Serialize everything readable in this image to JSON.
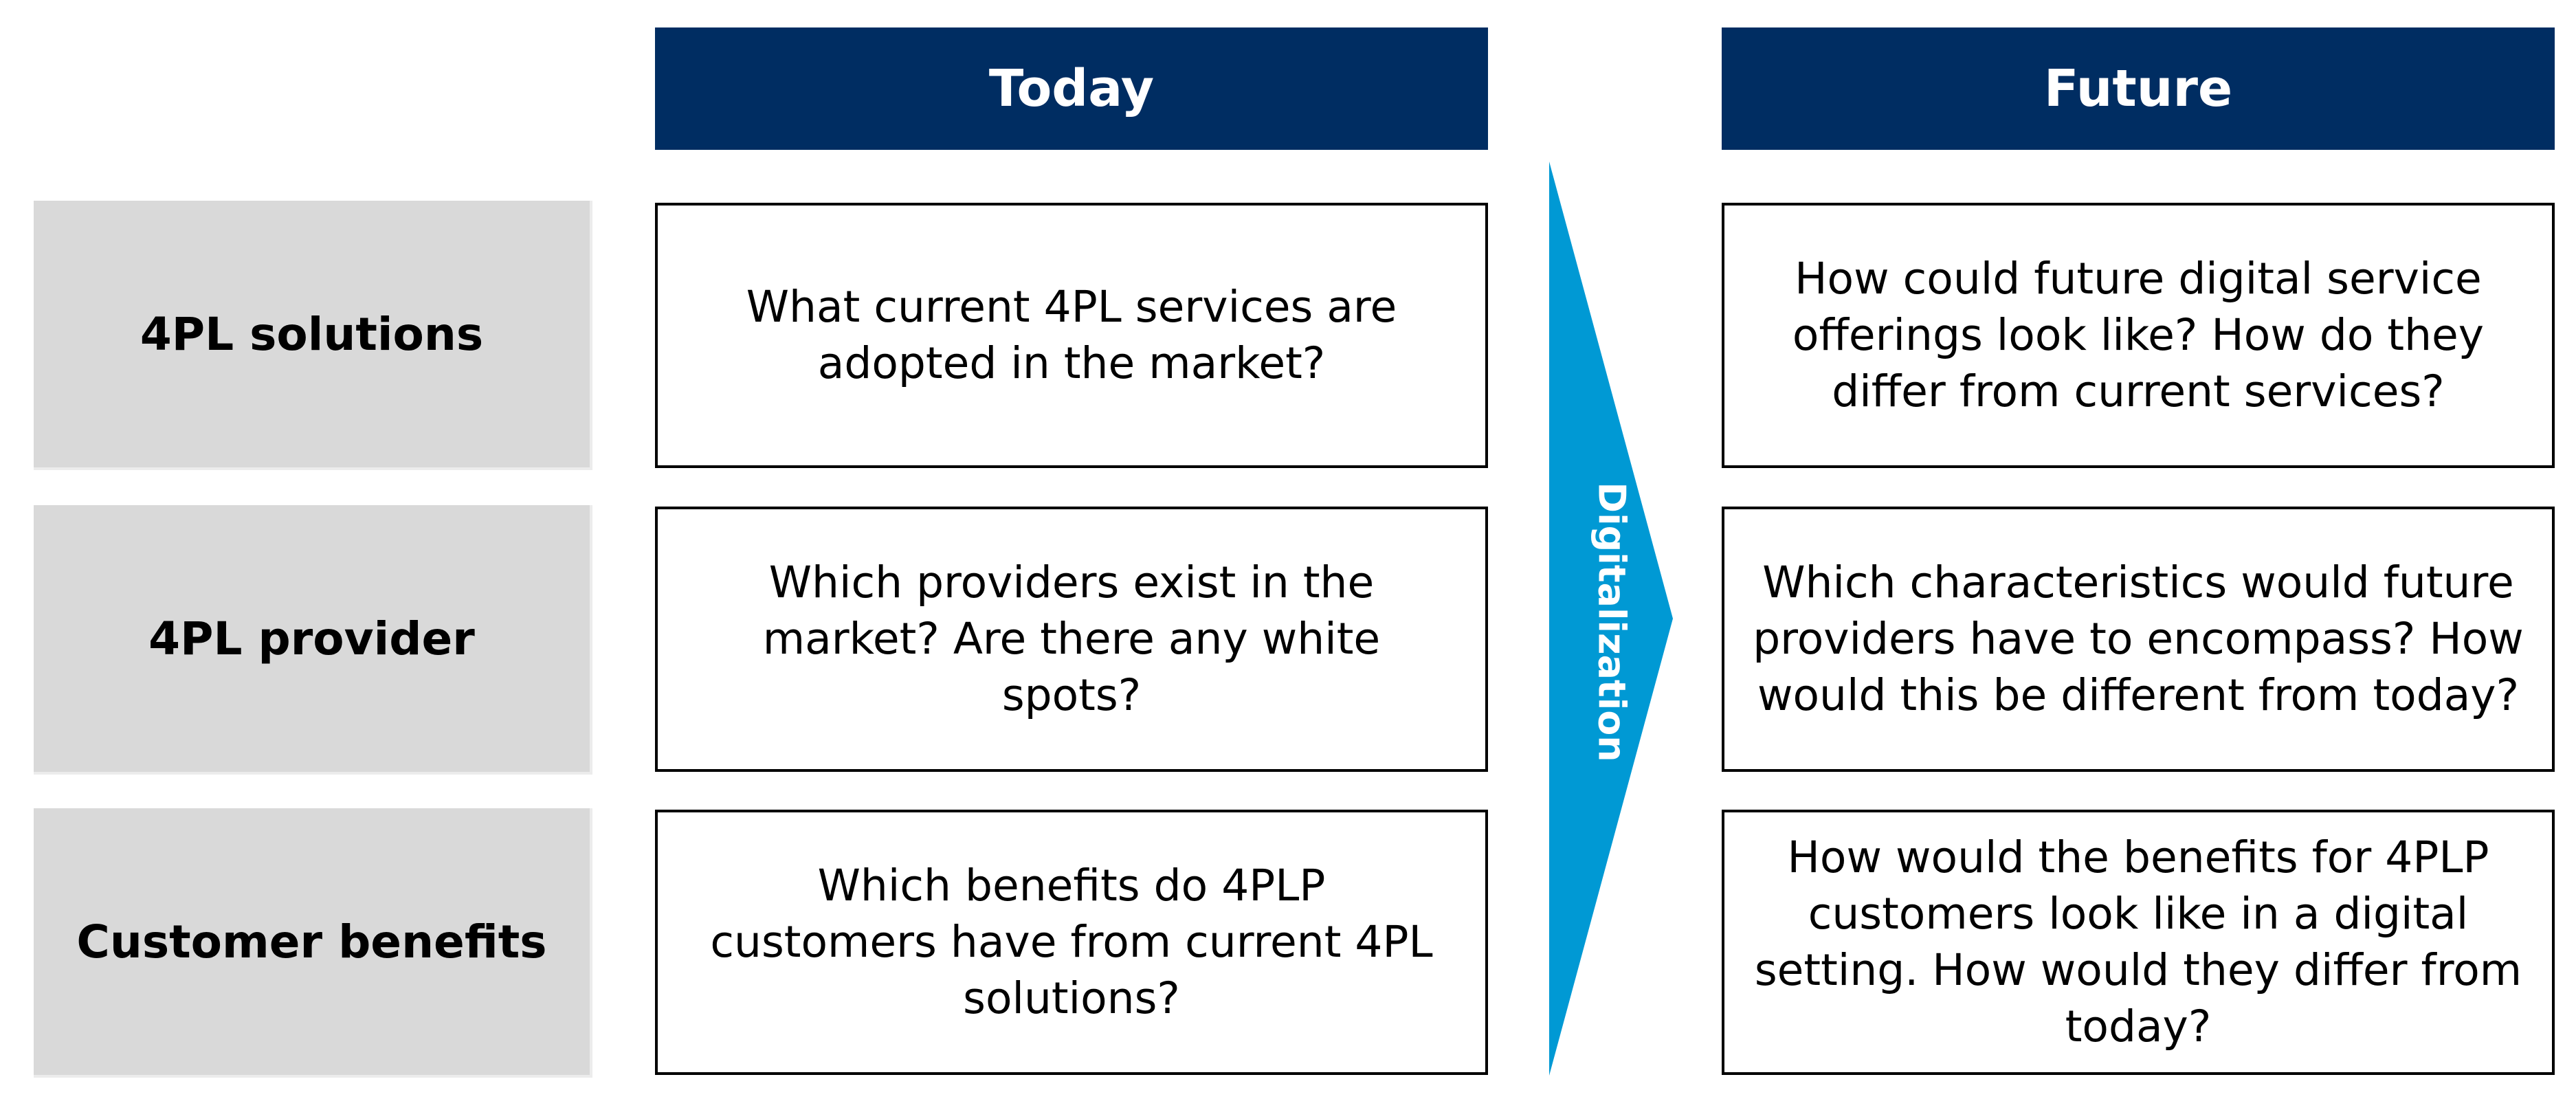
{
  "headers": {
    "today": "Today",
    "future": "Future"
  },
  "rows": [
    {
      "label": "4PL solutions",
      "today": "What current 4PL services are adopted in the market?",
      "future": "How could future digital service offerings look like? How do they differ from current services?"
    },
    {
      "label": "4PL provider",
      "today": "Which providers exist in the market? Are there any white spots?",
      "future": "Which characteristics would future providers have to encompass? How would this be different from today?"
    },
    {
      "label": "Customer benefits",
      "today": "Which benefits do 4PLP customers have from current 4PL solutions?",
      "future": "How would the benefits for 4PLP customers look like in a digital setting. How would they differ from today?"
    }
  ],
  "arrow": {
    "label": "Digitalization"
  },
  "colors": {
    "header_bg": "#002d62",
    "arrow": "#0099d4",
    "label_bg": "#d9d9d9"
  }
}
